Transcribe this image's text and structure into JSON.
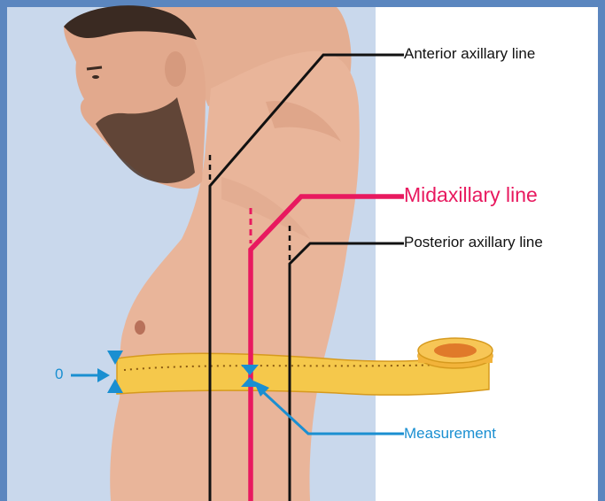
{
  "labels": {
    "anterior": "Anterior axillary line",
    "midaxillary": "Midaxillary line",
    "posterior": "Posterior axillary line",
    "measurement": "Measurement",
    "zero": "0"
  },
  "colors": {
    "frame": "#5b86bf",
    "left_backdrop": "#c9d8ec",
    "right_backdrop": "#ffffff",
    "skin": "#e9b59a",
    "tape": "#f5c84b",
    "midaxillary": "#e8195f",
    "measurement": "#1a8fd1",
    "line": "#111111"
  },
  "icons": {
    "zero_marker": "arrow-right-icon",
    "start_marker": "hourglass-triangles-icon",
    "measure_marker": "hourglass-triangles-icon"
  }
}
